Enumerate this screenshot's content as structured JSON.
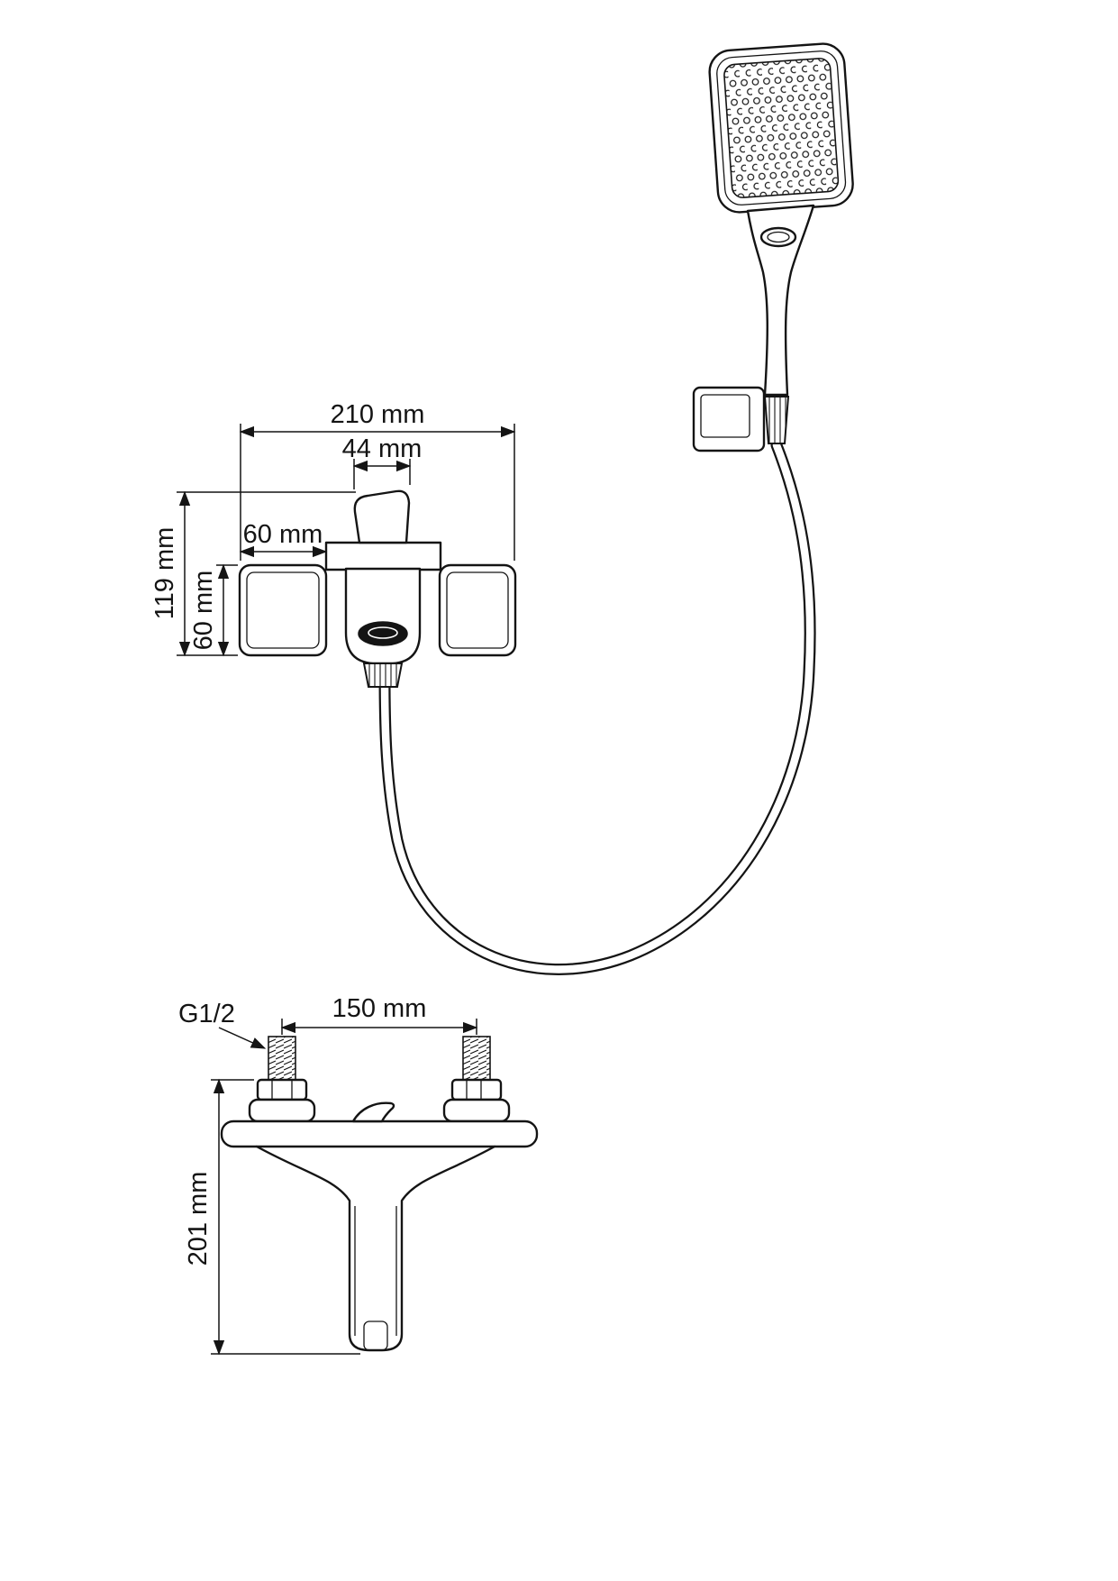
{
  "page": {
    "background": "#ffffff",
    "ink": "#141414"
  },
  "labels": {
    "dim_total_width": "210 mm",
    "dim_lever_width": "44 mm",
    "dim_escutcheon_width": "60 mm",
    "dim_body_height": "119 mm",
    "dim_escutcheon_height": "60 mm",
    "thread_size": "G1/2",
    "dim_inlet_spacing": "150 mm",
    "dim_mount_height": "201 mm"
  }
}
